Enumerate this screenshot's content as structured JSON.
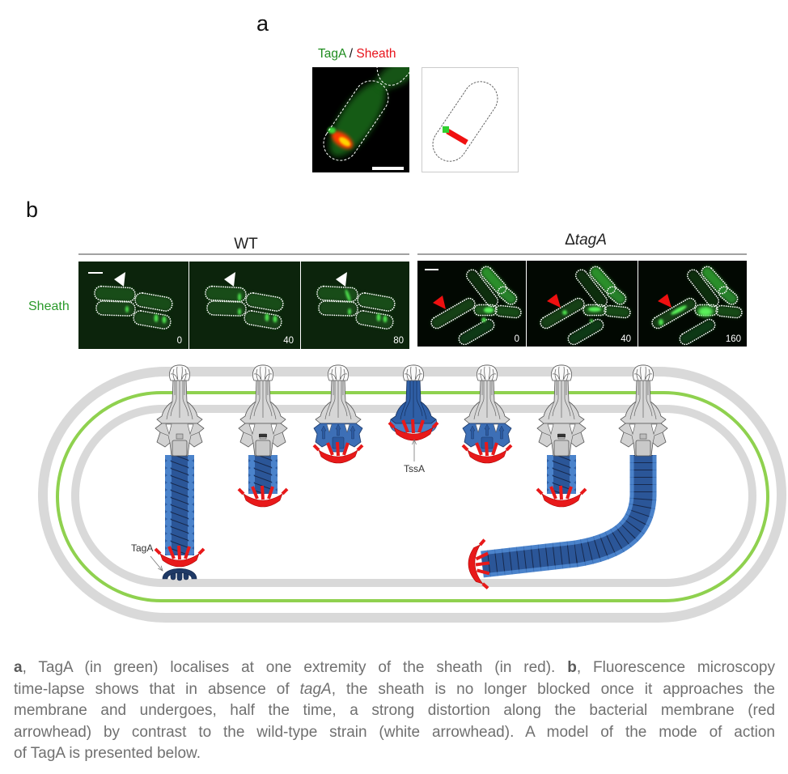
{
  "figure": {
    "panel_a": {
      "label": "a",
      "title": {
        "protein": "TagA",
        "separator": " / ",
        "structure": "Sheath"
      }
    },
    "panel_b": {
      "label": "b",
      "row_label": "Sheath",
      "strains": [
        {
          "name": "WT",
          "timepoints": [
            "0",
            "40",
            "80"
          ],
          "arrowhead": "white"
        },
        {
          "name_prefix": "Δ",
          "name_gene": "tagA",
          "timepoints": [
            "0",
            "40",
            "160"
          ],
          "arrowhead": "red"
        }
      ]
    },
    "model": {
      "labels": {
        "tagA": "TagA",
        "tssA": "TssA"
      }
    }
  },
  "caption": {
    "lines": [
      {
        "segments": [
          {
            "text": "a",
            "style": "bold"
          },
          {
            "text": ", TagA (in green) localises at one extremity of the sheath (in red). ",
            "style": "normal"
          },
          {
            "text": "b",
            "style": "bold"
          },
          {
            "text": ", Fluorescence microscopy",
            "style": "normal"
          }
        ]
      },
      {
        "segments": [
          {
            "text": "time-lapse shows that in absence of ",
            "style": "normal"
          },
          {
            "text": "tagA",
            "style": "italic"
          },
          {
            "text": ", the sheath is no longer blocked once it approaches the",
            "style": "normal"
          }
        ]
      },
      {
        "segments": [
          {
            "text": "membrane and undergoes, half the time, a strong distortion along the bacterial membrane (red",
            "style": "normal"
          }
        ]
      },
      {
        "segments": [
          {
            "text": "arrowhead) by contrast to the wild-type strain (white arrowhead). A model of the mode of action",
            "style": "normal"
          }
        ]
      },
      {
        "segments": [
          {
            "text": "of TagA is presented below.",
            "style": "normal"
          }
        ]
      }
    ]
  },
  "colors": {
    "tagA_green": "#1e8c1e",
    "sheath_red": "#e8141c",
    "row_label_green": "#2a9a2a",
    "membrane_gray": "#d9d9d9",
    "membrane_green": "#8fd14f",
    "sheath_blue": "#2f5fa5",
    "baseplate_red": "#e8191a",
    "caption_text": "#707070"
  }
}
